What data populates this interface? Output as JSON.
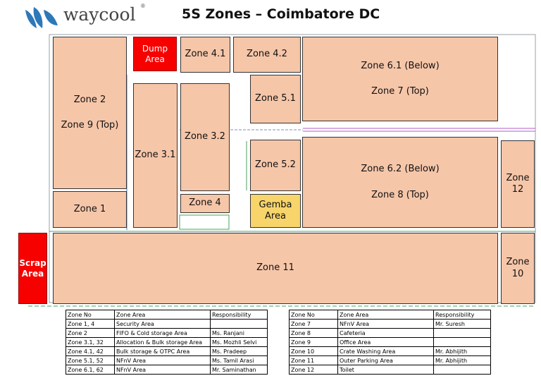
{
  "header": {
    "brand": "waycool",
    "registered": "®",
    "title": "5S Zones – Coimbatore DC"
  },
  "colors": {
    "zone_fill": "#f6c6a9",
    "red_area": "#f70000",
    "gemba": "#f7d56b",
    "logo_blue": "#2d78b9"
  },
  "zones": {
    "dump": [
      "Dump",
      "Area"
    ],
    "z41": "Zone 4.1",
    "z42": "Zone 4.2",
    "z61": [
      "Zone 6.1 (Below)",
      "Zone 7 (Top)"
    ],
    "z2": [
      "Zone 2",
      "Zone 9 (Top)"
    ],
    "z51": "Zone 5.1",
    "z31": "Zone 3.1",
    "z32": "Zone 3.2",
    "z52": "Zone 5.2",
    "z62": [
      "Zone 6.2 (Below)",
      "Zone 8 (Top)"
    ],
    "z12": [
      "Zone",
      "12"
    ],
    "z1": "Zone 1",
    "z4": "Zone 4",
    "gemba": [
      "Gemba",
      "Area"
    ],
    "scrap": [
      "Scrap",
      "Area"
    ],
    "z11": "Zone 11",
    "z10": [
      "Zone",
      "10"
    ]
  },
  "table_left": {
    "headers": [
      "Zone No",
      "Zone Area",
      "Responsibility"
    ],
    "rows": [
      [
        "Zone 1, 4",
        "Security Area",
        ""
      ],
      [
        "Zone 2",
        "FIFO & Cold storage Area",
        "Ms. Ranjani"
      ],
      [
        "Zone 3.1, 32",
        "Allocation & Bulk storage Area",
        "Ms. Mozhli Selvi"
      ],
      [
        "Zone 4.1, 42",
        "Bulk storage & OTPC Area",
        "Ms. Pradeep"
      ],
      [
        "Zone 5.1, 52",
        "NFnV Area",
        "Ms. Tamil Arasi"
      ],
      [
        "Zone 6.1, 62",
        "NFnV Area",
        "Mr. Saminathan"
      ]
    ]
  },
  "table_right": {
    "headers": [
      "Zone No",
      "Zone Area",
      "Responsibility"
    ],
    "rows": [
      [
        "Zone 7",
        "NFnV Area",
        "Mr. Suresh"
      ],
      [
        "Zone 8",
        "Cafeteria",
        ""
      ],
      [
        "Zone 9",
        "Office Area",
        ""
      ],
      [
        "Zone 10",
        "Crate Washing Area",
        "Mr. Abhijith"
      ],
      [
        "Zone 11",
        "Outer Parking Area",
        "Mr. Abhijith"
      ],
      [
        "Zone 12",
        "Toilet",
        ""
      ]
    ]
  }
}
